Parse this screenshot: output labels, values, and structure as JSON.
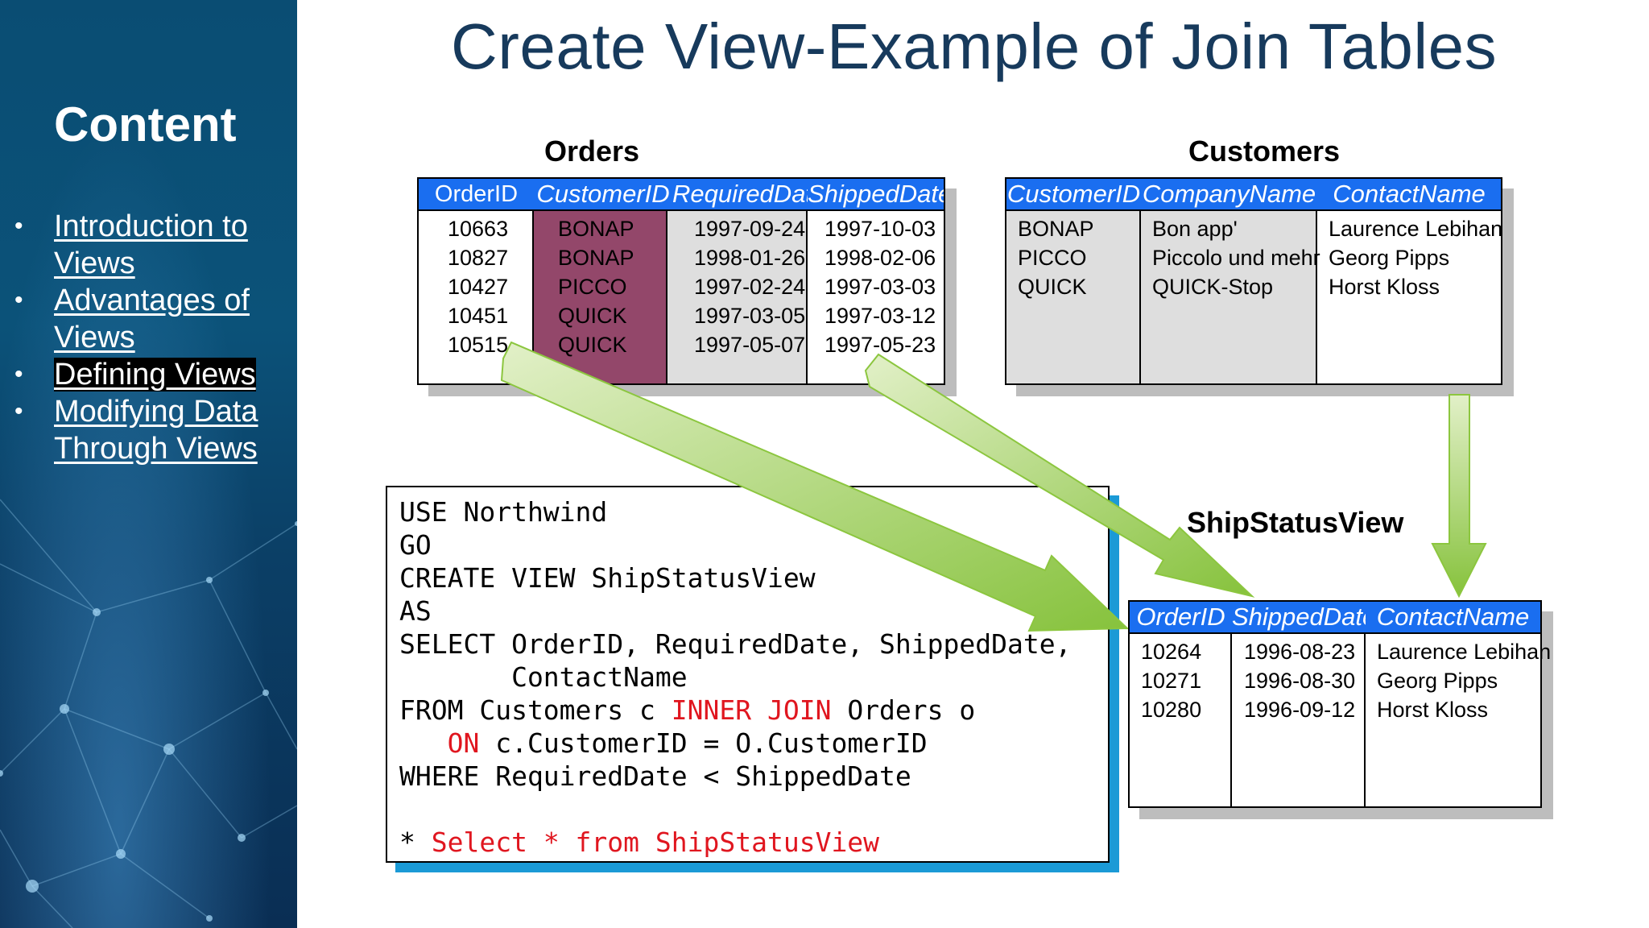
{
  "title": "Create View-Example of Join Tables",
  "sidebar": {
    "heading": "Content",
    "items": [
      {
        "label": "Introduction to Views",
        "active": false
      },
      {
        "label": "Advantages of Views",
        "active": false
      },
      {
        "label": "Defining Views",
        "active": true
      },
      {
        "label": "Modifying Data Through Views",
        "active": false
      }
    ]
  },
  "orders": {
    "label": "Orders",
    "headers": [
      "OrderID",
      "CustomerID",
      "RequiredDate",
      "ShippedDate"
    ],
    "columns": [
      [
        "10663",
        "10827",
        "10427",
        "10451",
        "10515"
      ],
      [
        "BONAP",
        "BONAP",
        "PICCO",
        "QUICK",
        "QUICK"
      ],
      [
        "1997-09-24",
        "1998-01-26",
        "1997-02-24",
        "1997-03-05",
        "1997-05-07"
      ],
      [
        "1997-10-03",
        "1998-02-06",
        "1997-03-03",
        "1997-03-12",
        "1997-05-23"
      ]
    ]
  },
  "customers": {
    "label": "Customers",
    "headers": [
      "CustomerID",
      "CompanyName",
      "ContactName"
    ],
    "columns": [
      [
        "BONAP",
        "PICCO",
        "QUICK"
      ],
      [
        "Bon app'",
        "Piccolo und mehr",
        "QUICK-Stop"
      ],
      [
        "Laurence Lebihan",
        "Georg Pipps",
        "Horst Kloss"
      ]
    ]
  },
  "view": {
    "label": "ShipStatusView",
    "headers": [
      "OrderID",
      "ShippedDate",
      "ContactName"
    ],
    "columns": [
      [
        "10264",
        "10271",
        "10280"
      ],
      [
        "1996-08-23",
        "1996-08-30",
        "1996-09-12"
      ],
      [
        "Laurence Lebihan",
        "Georg Pipps",
        "Horst Kloss"
      ]
    ]
  },
  "code": {
    "line1": "USE Northwind",
    "line2": "GO",
    "line3": "CREATE VIEW ShipStatusView",
    "line4": "AS",
    "line5": "SELECT OrderID, RequiredDate, ShippedDate,",
    "line6": "       ContactName",
    "line7a": "FROM Customers c ",
    "line7b": "INNER JOIN",
    "line7c": " Orders o",
    "line8a": "   ",
    "line8b": "ON",
    "line8c": " c.CustomerID = O.CustomerID",
    "line9": "WHERE RequiredDate < ShippedDate",
    "line10a": "* ",
    "line10b": "Select * from ShipStatusView"
  },
  "colors": {
    "header_blue": "#1a6ef0",
    "highlight_maroon": "#93476a",
    "highlight_gray": "#dedede",
    "arrow_green": "#8cc63f",
    "keyword_red": "#e0161f",
    "title_navy": "#173a5c"
  }
}
